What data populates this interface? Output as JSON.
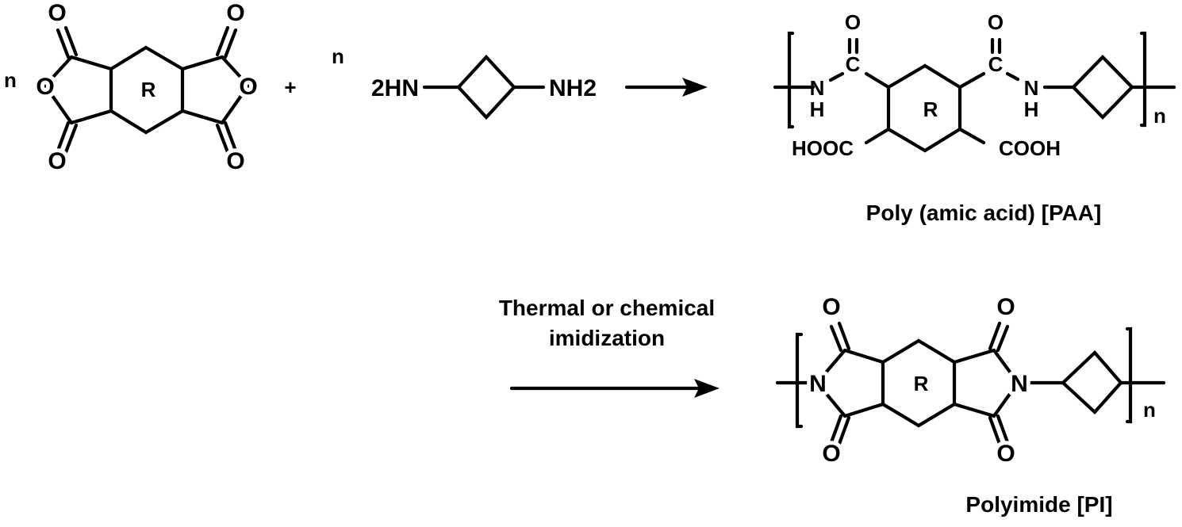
{
  "colors": {
    "ink": "#000000",
    "background": "#ffffff"
  },
  "reactants": {
    "dianhydride": {
      "coefficient": "n",
      "ring_label": "R",
      "oxygen": "O"
    },
    "plus": "+",
    "diamine": {
      "coefficient": "n",
      "left_group": "2HN",
      "right_group": "NH2"
    }
  },
  "intermediate": {
    "name": "Poly (amic acid) [PAA]",
    "ring_label": "R",
    "oxygen": "O",
    "carbon": "C",
    "nitrogen": "N",
    "hydrogen": "H",
    "left_acid": "HOOC",
    "right_acid": "COOH",
    "repeat": "n"
  },
  "step2": {
    "line1": "Thermal or chemical",
    "line2": "imidization"
  },
  "product": {
    "name": "Polyimide [PI]",
    "ring_label": "R",
    "oxygen": "O",
    "nitrogen": "N",
    "repeat": "n"
  }
}
